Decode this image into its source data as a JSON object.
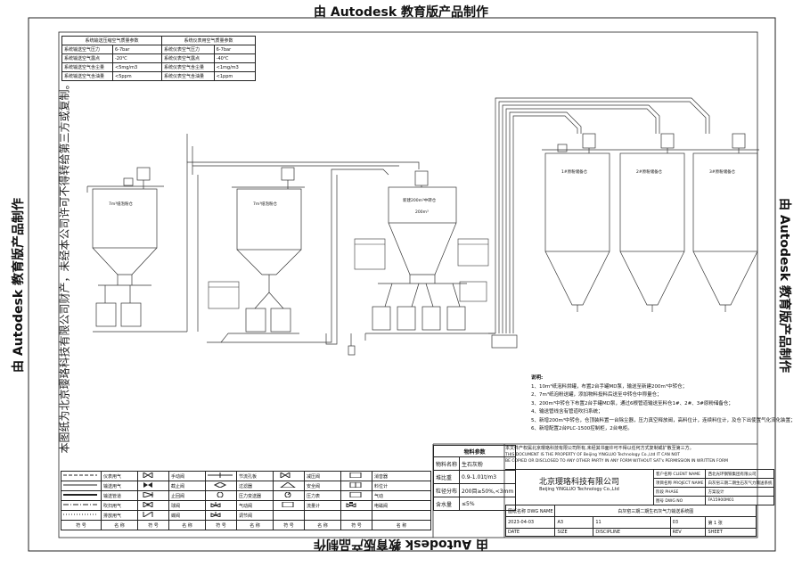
{
  "watermark": "由 Autodesk 教育版产品制作",
  "vertical_note": "本图纸为北京璎珞科技有限公司财产，未经本公司许可不得转给第三方或复制。",
  "params_table": {
    "col1_title": "系统输送压缩空气质量参数",
    "col2_title": "系统仪表用空气质量参数",
    "rows": [
      [
        "系统输送空气压力",
        "6-7bar",
        "系统仪表空气压力",
        "6-7bar"
      ],
      [
        "系统输送空气露点",
        "-20℃",
        "系统仪表空气露点",
        "-40℃"
      ],
      [
        "系统输送空气含尘量",
        "<5mg/m3",
        "系统仪表空气含尘量",
        "<1mg/m3"
      ],
      [
        "系统输送空气含油量",
        "<5ppm",
        "系统仪表空气含油量",
        "<1ppm"
      ]
    ]
  },
  "notes": {
    "title": "说明:",
    "items": [
      "1、10m³纸泡料烘罐，布置2台手罐MD泵，输送至新建200m³中转仓；",
      "2、7m³纸泡粉送罐，添加物料投料后送至中转仓中称量仓；",
      "3、200m³中转仓下布置2台手罐MD泵，通过6根管道输送至料仓1#、2#、3#原粉储备仓；",
      "4、输送管线含有管道吹扫系统；",
      "5、新增200m³中转仓，仓顶装料置一台除尘器，压力真空释放阀，高料位计，连续料位计，及仓下出使置气化流化装置；",
      "6、新增配置2台PLC-1500控制柜，2台电柜。"
    ]
  },
  "material_table": {
    "header": "物料参数",
    "rows": [
      [
        "物料名称",
        "生石灰粉"
      ],
      [
        "堆比重",
        "0.9-1.01t/m3"
      ],
      [
        "粒径分布",
        "200目≥50%,<3mm"
      ],
      [
        "含水量",
        "≤5%"
      ]
    ]
  },
  "title_block": {
    "property_cn": "本文件产权属北京璎珞科技有限公司所有,未经其书面许可不得以任何方式复制或扩散至第三方。",
    "property_en": [
      "THIS DOCUMENT IS THE PROPERTY OF Beijing YINGLUO Technology Co.,Ltd IT CAN NOT",
      "BE COPIED OR DISCLOSED TO ANY OTHER PARTY IN ANY FORM WITHOUT SAT's PERMISSION IN WRITTEN FORM"
    ],
    "company_cn": "北京璎珞科技有限公司",
    "company_en": "Beijing YINGLUO Technology Co.,Ltd",
    "client_label": "客户名称 CLIENT NAME",
    "client_value": "西北光环钢铁集团有限公司",
    "project_label": "项目名称 PROJECT NAME",
    "project_value": "白灰窑三期二期生石灰气力输送系统",
    "phase_label": "阶段 PHASE",
    "phase_value": "方案设计",
    "dwg_no_label": "图号 DWG NO",
    "dwg_no_value": "FA15900M01",
    "dwg_name_label": "图纸名称 DWG NAME",
    "dwg_name_value": "白灰窑三期二期生石灰气力输送系统图",
    "date_value": "2023-04-03",
    "size_value": "A3",
    "discipline_value": "11",
    "rev_value": "03",
    "sheet_value": "第 1 张",
    "labels_bottom": [
      "DATE",
      "SIZE",
      "DISCIPLINE",
      "REV",
      "SHEET"
    ]
  },
  "legend": {
    "items": [
      "仪表用气",
      "输送用气",
      "输送管道",
      "吹扫用气",
      "排放用气",
      "手动阀",
      "截止阀",
      "止回阀",
      "球阀",
      "蝶阀",
      "节流孔板",
      "过滤器",
      "压力变送器",
      "气动阀",
      "调节阀",
      "减压阀",
      "安全阀",
      "压力表",
      "流量计",
      "消音器",
      "料位计",
      "气动",
      "电磁阀"
    ],
    "footer": [
      "符 号",
      "名 称",
      "符 号",
      "名 称",
      "符 号",
      "名 称",
      "符 号",
      "名 称",
      "符 号",
      "名 称"
    ]
  },
  "silos": {
    "left1": "7m³纸泡粉仓",
    "left2": "7m³纸泡粉仓",
    "center": "新建200m³中转仓",
    "center_vol": "200m³",
    "right1": "1#原粉储备仓",
    "right2": "2#原粉储备仓",
    "right3": "3#原粉储备仓"
  }
}
